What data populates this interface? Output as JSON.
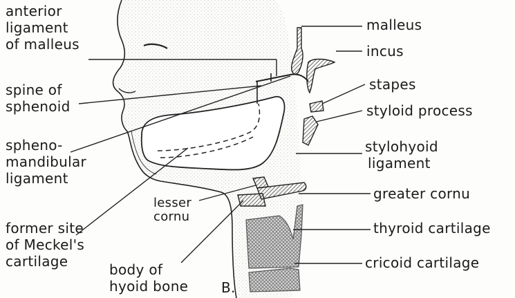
{
  "figure": {
    "panel_letter": "B.",
    "labels": {
      "anterior_ligament": [
        "anterior",
        "ligament",
        "of malleus"
      ],
      "spine_of_sphenoid": [
        "spine of",
        "sphenoid"
      ],
      "sphenomandibular": [
        "spheno-",
        "mandibular",
        "ligament"
      ],
      "former_site": [
        "former site",
        "of Meckel's",
        "cartilage"
      ],
      "body_of_hyoid": [
        "body of",
        "hyoid bone"
      ],
      "lesser_cornu": [
        "lesser",
        "cornu"
      ],
      "malleus": "malleus",
      "incus": "incus",
      "stapes": "stapes",
      "styloid_process": "styloid process",
      "stylohyoid_ligament": [
        "stylohyoid",
        "ligament"
      ],
      "greater_cornu": "greater cornu",
      "thyroid_cartilage": "thyroid cartilage",
      "cricoid_cartilage": "cricoid cartilage"
    },
    "colors": {
      "ink": "#1a1a1a",
      "stipple": "#bdbdbd",
      "cartilage_fill": "#9a9a9a"
    }
  }
}
